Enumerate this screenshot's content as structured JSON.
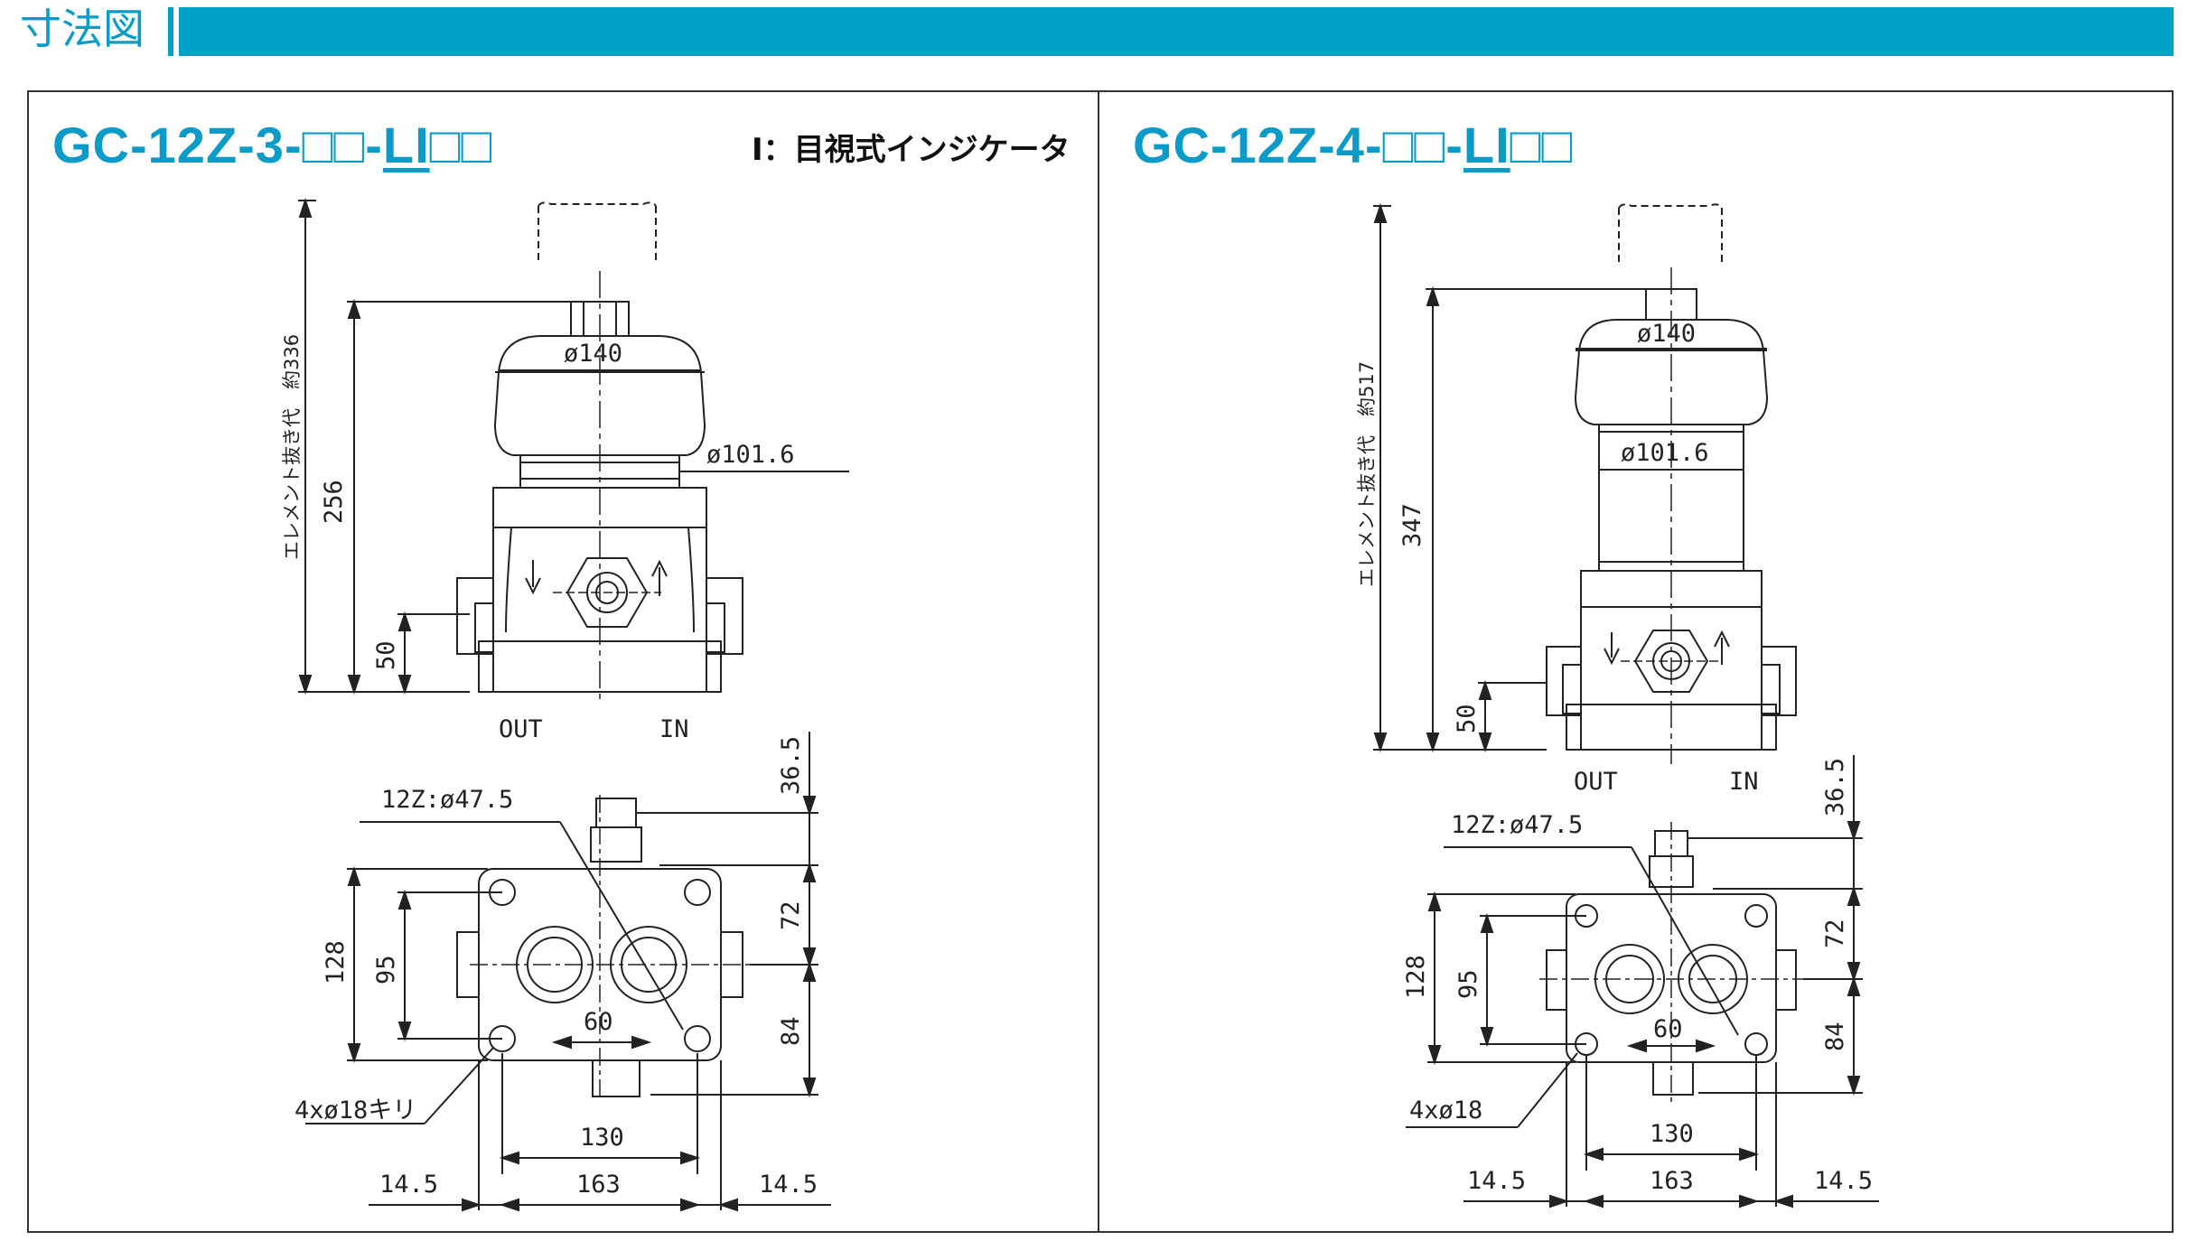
{
  "header": {
    "title": "寸法図"
  },
  "note": "I：目視式インジケータ",
  "left": {
    "title_prefix": "GC-12Z-3-□□-",
    "title_ul": "LI",
    "title_suffix": "□□",
    "element_text": "エレメント抜き代　約336",
    "dims": {
      "d140": "ø140",
      "d1016": "ø101.6",
      "h256": "256",
      "h50": "50",
      "out": "OUT",
      "in": "IN",
      "h365": "36.5",
      "port": "12Z:ø47.5",
      "h72": "72",
      "h84": "84",
      "w128": "128",
      "w95": "95",
      "w60": "60",
      "holes": "4xø18キリ",
      "w130": "130",
      "w163": "163",
      "e145a": "14.5",
      "e145b": "14.5"
    }
  },
  "right": {
    "title_prefix": "GC-12Z-4-□□-",
    "title_ul": "LI",
    "title_suffix": "□□",
    "element_text": "エレメント抜き代　約517",
    "dims": {
      "d140": "ø140",
      "d1016": "ø101.6",
      "h347": "347",
      "h50": "50",
      "out": "OUT",
      "in": "IN",
      "h365": "36.5",
      "port": "12Z:ø47.5",
      "h72": "72",
      "h84": "84",
      "w128": "128",
      "w95": "95",
      "w60": "60",
      "holes": "4xø18",
      "w130": "130",
      "w163": "163",
      "e145a": "14.5",
      "e145b": "14.5"
    }
  },
  "colors": {
    "accent": "#00a0c8",
    "title": "#0a9bc9",
    "line": "#222222"
  }
}
